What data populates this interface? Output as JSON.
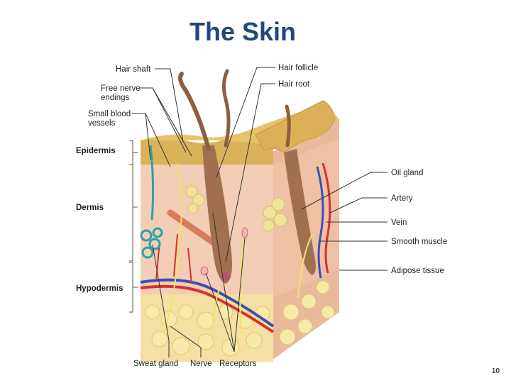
{
  "title": "The Skin",
  "page_number": "10",
  "labels": {
    "hair_shaft": "Hair shaft",
    "free_nerve_1": "Free nerve",
    "free_nerve_2": "endings",
    "small_blood_1": "Small blood",
    "small_blood_2": "vessels",
    "hair_follicle": "Hair follicle",
    "hair_root": "Hair root",
    "oil_gland": "Oil gland",
    "artery": "Artery",
    "vein": "Vein",
    "smooth_muscle": "Smooth muscle",
    "adipose_tissue": "Adipose tissue",
    "sweat_gland": "Sweat gland",
    "nerve": "Nerve",
    "receptors": "Receptors"
  },
  "layers": {
    "epidermis": "Epidermis",
    "dermis": "Dermis",
    "hypodermis": "Hypodermis"
  },
  "colors": {
    "title": "#1f497d",
    "epidermis": "#d9b35a",
    "dermis": "#f2c8b0",
    "hypodermis": "#f5dfa3",
    "fat": "#f7e9a8",
    "artery": "#d6322c",
    "vein": "#3a4fb5",
    "hair": "#8a6042",
    "nerve": "#f1e36a",
    "sweat_gland": "#2aa3a6"
  }
}
